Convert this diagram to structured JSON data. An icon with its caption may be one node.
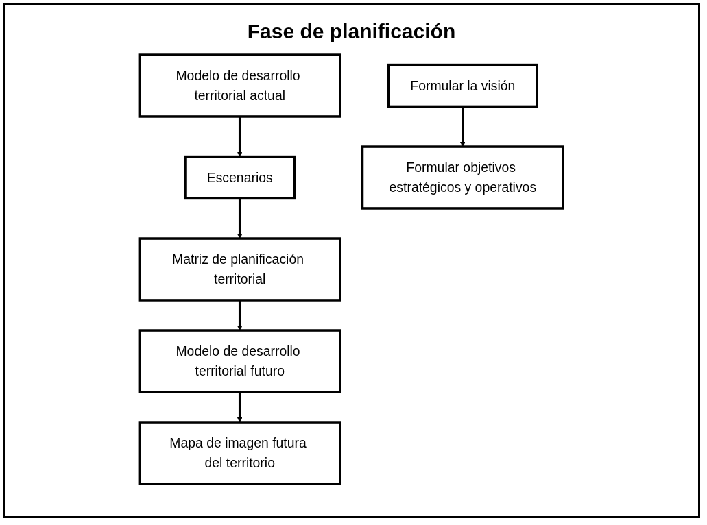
{
  "diagram": {
    "title": "Fase de planificación",
    "nodes": [
      {
        "text": [
          "Modelo de desarrollo territorial actual"
        ]
      },
      {
        "text": [
          "Escenarios"
        ]
      },
      {
        "text": [
          "Formular la visión"
        ]
      },
      {
        "text": [
          "Matriz de planificación territorial"
        ]
      },
      {
        "text": [
          "Formular objetivos estratégicos y operativos"
        ]
      },
      {
        "text": [
          "Modelo de desarrollo territorial futuro"
        ]
      },
      {
        "text": [
          "Mapa de imagen futura del territorio"
        ]
      }
    ],
    "edges": [
      {
        "from": 0,
        "to": 1,
        "arrow": "to"
      },
      {
        "from": 1,
        "to": 3,
        "arrow": "to"
      },
      {
        "from": 2,
        "to": 4,
        "arrow": "to"
      },
      {
        "from": 3,
        "to": 5,
        "arrow": "to"
      },
      {
        "from": 5,
        "to": 6,
        "arrow": "to"
      }
    ]
  }
}
